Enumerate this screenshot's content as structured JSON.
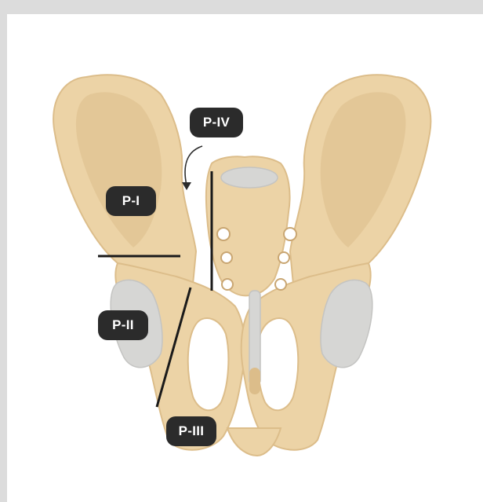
{
  "colors": {
    "frame": "#dcdcdc",
    "bone": "#ecd3a6",
    "bone_shade": "#dcbd8a",
    "bone_dark": "#c9a672",
    "cartilage": "#d6d6d4",
    "line": "#1a1a1a",
    "label_bg": "#2b2b2b",
    "label_text": "#ffffff"
  },
  "labels": {
    "p1": "P-I",
    "p2": "P-II",
    "p3": "P-III",
    "p4": "P-IV"
  },
  "icons": {
    "arrow": "curved-arrow-icon"
  }
}
